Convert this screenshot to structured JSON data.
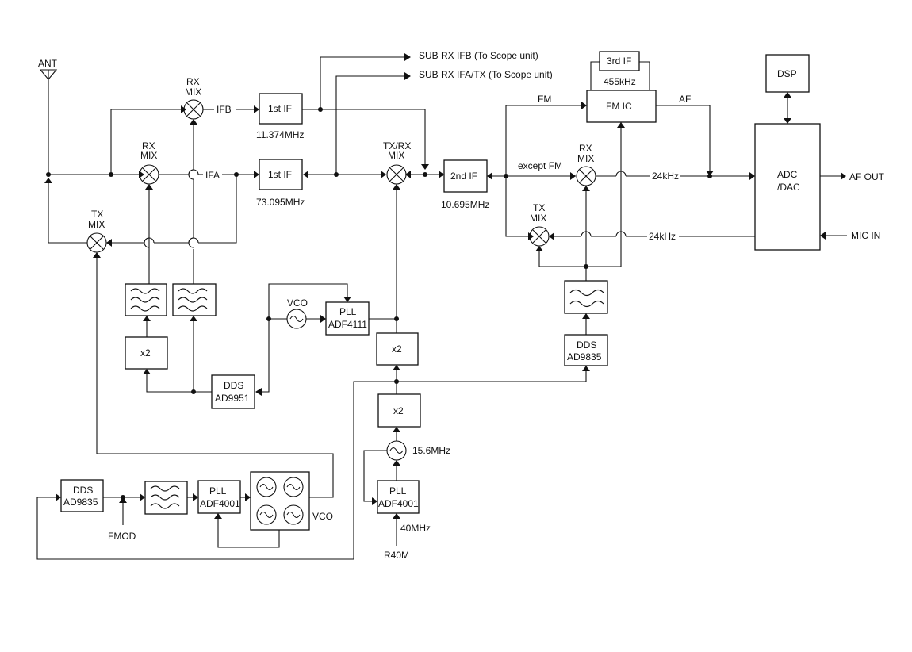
{
  "labels": {
    "ant": "ANT",
    "rx_mix": "RX",
    "mix": "MIX",
    "tx": "TX",
    "txrx": "TX/RX",
    "ifb": "IFB",
    "ifa": "IFA",
    "first_if": "1st IF",
    "f_11374": "11.374MHz",
    "f_73095": "73.095MHz",
    "sub_rx_ifb": "SUB RX IFB (To Scope unit)",
    "sub_rx_ifa": "SUB RX IFA/TX (To Scope unit)",
    "second_if": "2nd IF",
    "f_10695": "10.695MHz",
    "fm": "FM",
    "except_fm": "except FM",
    "third_if": "3rd IF",
    "f_455": "455kHz",
    "fm_ic": "FM IC",
    "af": "AF",
    "k24a": "24kHz",
    "k24b": "24kHz",
    "dsp": "DSP",
    "adc": "ADC",
    "dac": "/DAC",
    "af_out": "AF OUT",
    "mic_in": "MIC IN",
    "x2": "x2",
    "dds": "DDS",
    "ad9951": "AD9951",
    "ad9835": "AD9835",
    "vco": "VCO",
    "pll": "PLL",
    "adf4111": "ADF4111",
    "adf4001": "ADF4001",
    "f_156": "15.6MHz",
    "f_40": "40MHz",
    "r40m": "R40M",
    "fmod": "FMOD"
  }
}
